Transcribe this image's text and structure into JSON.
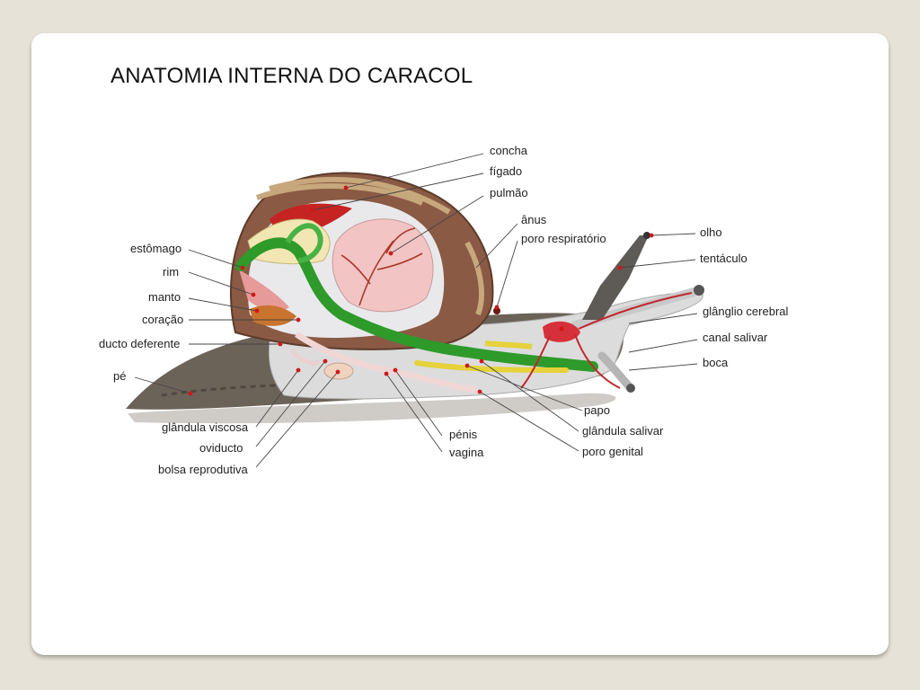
{
  "title": "ANATOMIA INTERNA DO CARACOL",
  "labels": {
    "concha": "concha",
    "figado": "fígado",
    "pulmao": "pulmão",
    "anus": "ânus",
    "poro_respiratorio": "poro respiratório",
    "olho": "olho",
    "tentaculo": "tentáculo",
    "estomago": "estômago",
    "rim": "rim",
    "manto": "manto",
    "coracao": "coração",
    "ducto_deferente": "ducto deferente",
    "pe": "pé",
    "ganglio_cerebral": "glânglio cerebral",
    "canal_salivar": "canal salivar",
    "boca": "boca",
    "glandula_viscosa": "glândula viscosa",
    "oviducto": "oviducto",
    "bolsa_reprodutiva": "bolsa reprodutiva",
    "penis": "pénis",
    "vagina": "vagina",
    "papo": "papo",
    "glandula_salivar": "glândula salivar",
    "poro_genital": "poro genital"
  },
  "colors": {
    "background": "#e6e2d7",
    "slide": "#ffffff",
    "shell": "#8a5a44",
    "foot": "#6b6258",
    "body": "#dcdcdc",
    "digestive": "#2e9a2a",
    "liver": "#c62323",
    "lung": "#f2c4c4",
    "ganglion": "#d6303a",
    "salivary": "#e6d23a",
    "marker": "#d01818"
  }
}
